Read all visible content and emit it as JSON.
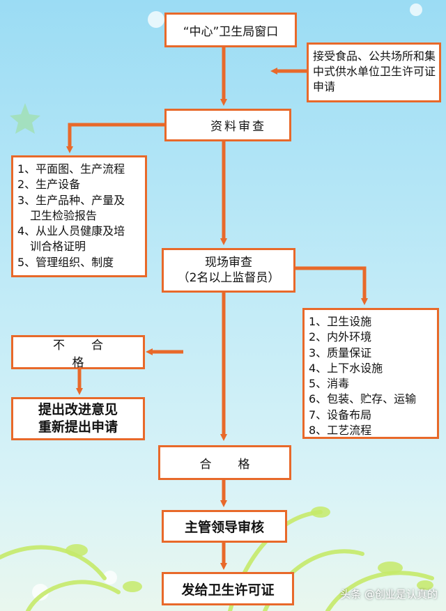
{
  "nodes": {
    "center_window": "“中心”卫生局窗口",
    "application_note": "接受食品、公共场所和集中式供水单位卫生许可证申请",
    "document_review": "资料审查",
    "document_items": [
      "1、平面图、生产流程",
      "2、生产设备",
      "3、生产品种、产量及",
      "卫生检验报告",
      "4、从业人员健康及培",
      "训合格证明",
      "5、管理组织、制度"
    ],
    "site_review_line1": "现场审查",
    "site_review_line2": "（2名以上监督员）",
    "site_items": [
      "1、卫生设施",
      "2、内外环境",
      "3、质量保证",
      "4、上下水设施",
      "5、消毒",
      "6、包装、贮存、运输",
      "7、设备布局",
      "8、工艺流程"
    ],
    "fail": "不合格",
    "resubmit_line1": "提出改进意见",
    "resubmit_line2": "重新提出申请",
    "pass": "合格",
    "leader_review": "主管领导审核",
    "issue_license": "发给卫生许可证"
  },
  "watermark": "头条 @创业是认真的",
  "colors": {
    "border": "#e8692a",
    "arrow": "#e8692a",
    "background": "#bfeaf7"
  }
}
